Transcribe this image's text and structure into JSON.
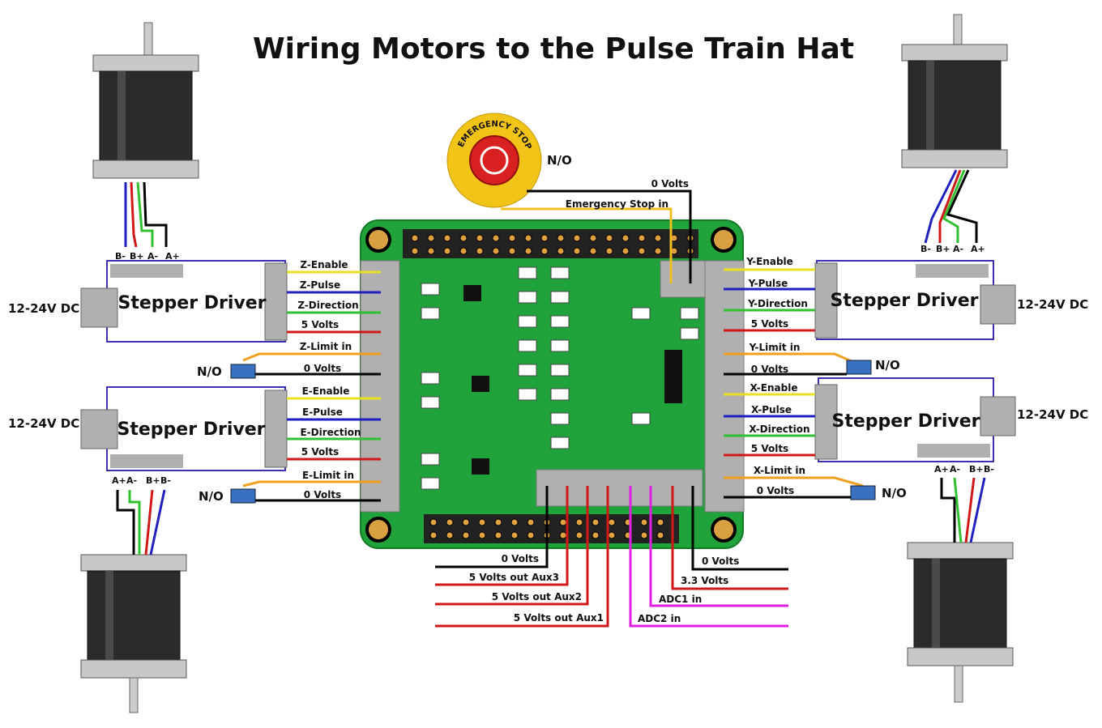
{
  "title": "Wiring Motors to the Pulse Train Hat",
  "estop": {
    "ring_text": "EMERGENCY STOP",
    "type": "N/O",
    "zero_volts": "0 Volts",
    "signal": "Emergency Stop in"
  },
  "drivers": {
    "z": {
      "name": "Stepper Driver",
      "power": "12-24V DC",
      "pins": [
        "B-",
        "B+",
        "A-",
        "A+"
      ],
      "wires": [
        "Z-Enable",
        "Z-Pulse",
        "Z-Direction",
        "5 Volts"
      ],
      "limit": "Z-Limit in",
      "limit_gnd": "0 Volts",
      "switch": "N/O"
    },
    "e": {
      "name": "Stepper Driver",
      "power": "12-24V DC",
      "pins": [
        "A+",
        "A-",
        "B+",
        "B-"
      ],
      "wires": [
        "E-Enable",
        "E-Pulse",
        "E-Direction",
        "5 Volts"
      ],
      "limit": "E-Limit in",
      "limit_gnd": "0 Volts",
      "switch": "N/O"
    },
    "y": {
      "name": "Stepper Driver",
      "power": "12-24V DC",
      "pins": [
        "B-",
        "B+",
        "A-",
        "A+"
      ],
      "wires": [
        "Y-Enable",
        "Y-Pulse",
        "Y-Direction",
        "5 Volts"
      ],
      "limit": "Y-Limit in",
      "limit_gnd": "0 Volts",
      "switch": "N/O"
    },
    "x": {
      "name": "Stepper Driver",
      "power": "12-24V DC",
      "pins": [
        "A+",
        "A-",
        "B+",
        "B-"
      ],
      "wires": [
        "X-Enable",
        "X-Pulse",
        "X-Direction",
        "5 Volts"
      ],
      "limit": "X-Limit in",
      "limit_gnd": "0 Volts",
      "switch": "N/O"
    }
  },
  "aux": [
    "0 Volts",
    "5 Volts out Aux3",
    "5 Volts out Aux2",
    "5 Volts out Aux1",
    "ADC2 in",
    "ADC1 in",
    "3.3 Volts",
    "0 Volts"
  ],
  "colors": {
    "pcb": "#1fa33a",
    "enable": "#e8e020",
    "pulse": "#2020c0",
    "direction": "#30c030",
    "power": "#d01818",
    "limit": "#f0a020",
    "ground": "#000000",
    "adc": "#e020e0",
    "driver_outline": "#3a30b0"
  }
}
